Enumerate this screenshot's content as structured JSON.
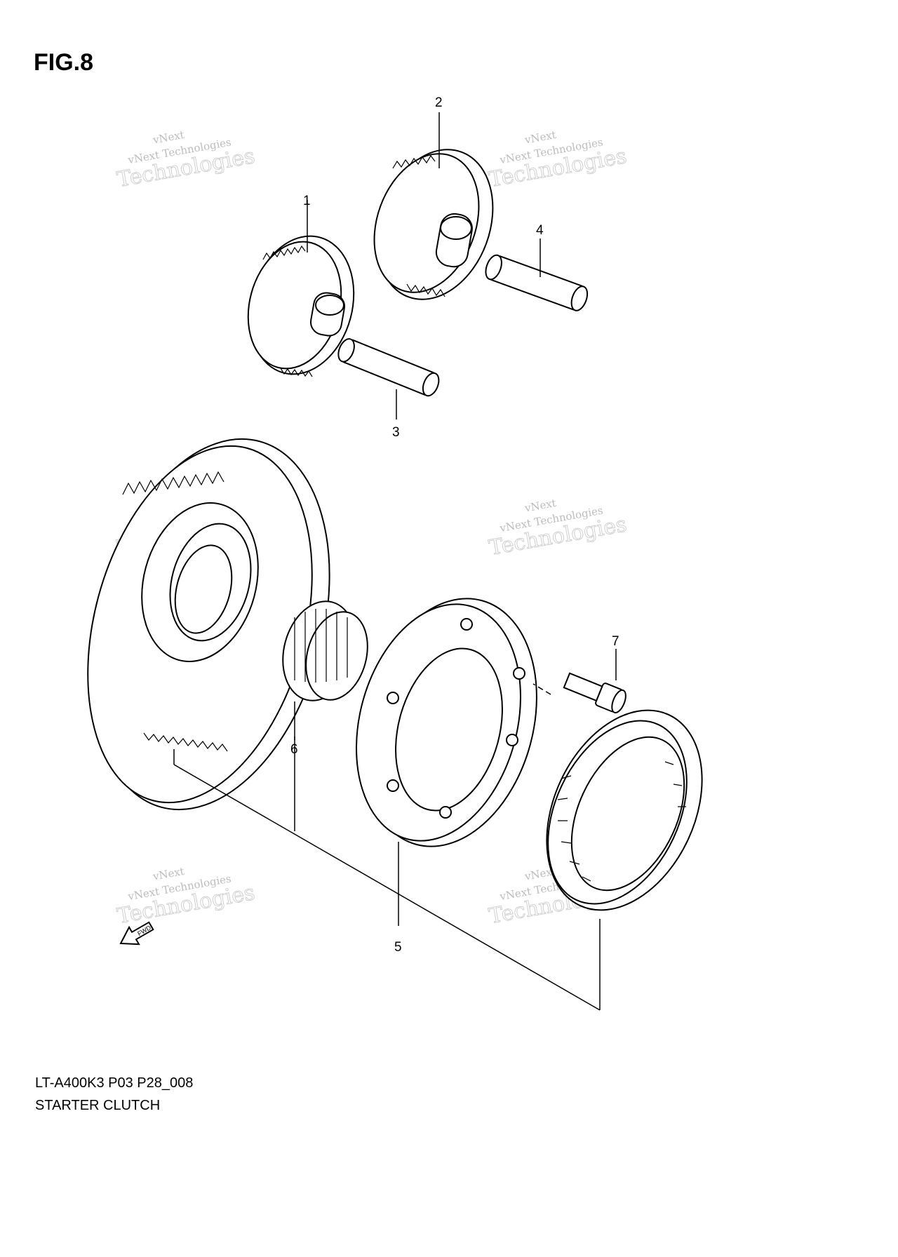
{
  "figure_label": "FIG.8",
  "callouts": [
    "1",
    "2",
    "3",
    "4",
    "5",
    "6",
    "7"
  ],
  "caption": {
    "code": "LT-A400K3 P03 P28_008",
    "name": "STARTER CLUTCH"
  },
  "watermark": {
    "line1": "vNext",
    "line2": "vNext Technologies",
    "line3": "Technologies"
  },
  "front_arrow_label": "FWD",
  "parts": [
    {
      "number": "1",
      "icon": "small-gear-icon"
    },
    {
      "number": "2",
      "icon": "idler-gear-icon"
    },
    {
      "number": "3",
      "icon": "shaft-icon"
    },
    {
      "number": "4",
      "icon": "shaft-icon"
    },
    {
      "number": "5",
      "icon": "clutch-housing-icon"
    },
    {
      "number": "6",
      "icon": "needle-bearing-icon"
    },
    {
      "number": "7",
      "icon": "bolt-icon"
    }
  ]
}
